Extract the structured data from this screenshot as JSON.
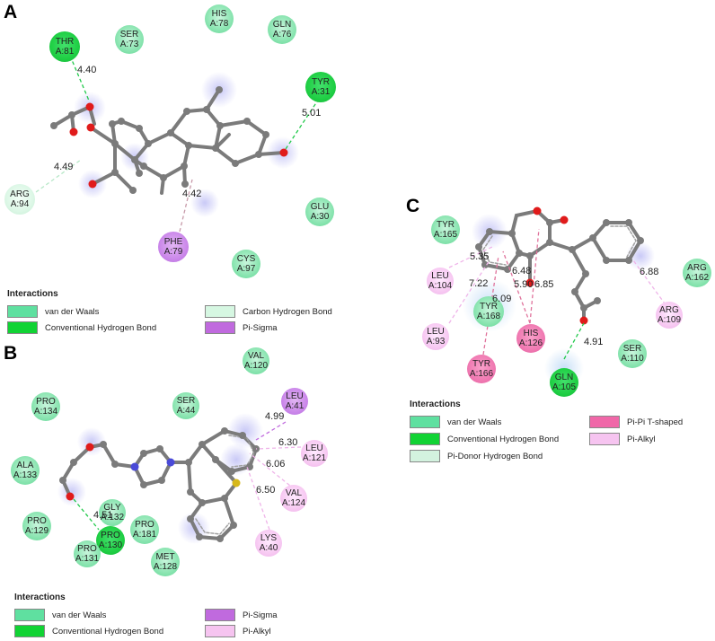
{
  "panels": {
    "A": {
      "letter": "A",
      "residues": {
        "thr81": [
          "THR",
          "A:81"
        ],
        "ser73": [
          "SER",
          "A:73"
        ],
        "his78": [
          "HIS",
          "A:78"
        ],
        "gln76": [
          "GLN",
          "A:76"
        ],
        "tyr31": [
          "TYR",
          "A:31"
        ],
        "arg94": [
          "ARG",
          "A:94"
        ],
        "glu30": [
          "GLU",
          "A:30"
        ],
        "phe79": [
          "PHE",
          "A:79"
        ],
        "cys97": [
          "CYS",
          "A:97"
        ]
      },
      "distances": [
        "4.40",
        "5.01",
        "4.49",
        "4.42"
      ],
      "legend": {
        "title": "Interactions",
        "items": [
          "van der Waals",
          "Conventional Hydrogen Bond",
          "Carbon Hydrogen Bond",
          "Pi-Sigma"
        ]
      }
    },
    "B": {
      "letter": "B",
      "residues": {
        "val120": [
          "VAL",
          "A:120"
        ],
        "pro134": [
          "PRO",
          "A:134"
        ],
        "ser44": [
          "SER",
          "A:44"
        ],
        "leu41": [
          "LEU",
          "A:41"
        ],
        "leu121": [
          "LEU",
          "A:121"
        ],
        "ala133": [
          "ALA",
          "A:133"
        ],
        "val124": [
          "VAL",
          "A:124"
        ],
        "gly132": [
          "GLY",
          "A:132"
        ],
        "pro129": [
          "PRO",
          "A:129"
        ],
        "pro130": [
          "PRO",
          "A:130"
        ],
        "pro181": [
          "PRO",
          "A:181"
        ],
        "pro131": [
          "PRO",
          "A:131"
        ],
        "met128": [
          "MET",
          "A:128"
        ],
        "lys40": [
          "LYS",
          "A:40"
        ]
      },
      "distances": [
        "4.99",
        "6.30",
        "6.06",
        "6.50",
        "4.51"
      ],
      "legend": {
        "title": "Interactions",
        "items": [
          "van der Waals",
          "Conventional Hydrogen Bond",
          "Pi-Sigma",
          "Pi-Alkyl"
        ]
      }
    },
    "C": {
      "letter": "C",
      "residues": {
        "tyr165": [
          "TYR",
          "A:165"
        ],
        "leu104": [
          "LEU",
          "A:104"
        ],
        "arg162": [
          "ARG",
          "A:162"
        ],
        "tyr168": [
          "TYR",
          "A:168"
        ],
        "leu93": [
          "LEU",
          "A:93"
        ],
        "his126": [
          "HIS",
          "A:126"
        ],
        "arg109": [
          "ARG",
          "A:109"
        ],
        "ser110": [
          "SER",
          "A:110"
        ],
        "tyr166": [
          "TYR",
          "A:166"
        ],
        "gln105": [
          "GLN",
          "A:105"
        ]
      },
      "distances": [
        "5.35",
        "6.48",
        "5.90",
        "6.85",
        "7.22",
        "6.09",
        "6.88",
        "4.91"
      ],
      "legend": {
        "title": "Interactions",
        "items": [
          "van der Waals",
          "Conventional Hydrogen Bond",
          "Pi-Donor Hydrogen Bond",
          "Pi-Pi T-shaped",
          "Pi-Alkyl"
        ]
      }
    }
  },
  "colors": {
    "van_der_waals": "#5fe0a0",
    "conventional_h_bond": "#11d334",
    "carbon_h_bond": "#d6f7e2",
    "pi_sigma": "#c06ade",
    "pi_alkyl": "#f6c4f0",
    "pi_pi_t_shaped": "#f067a8",
    "atom_carbon": "#7a7a7a",
    "atom_oxygen": "#e01b1b",
    "atom_nitrogen": "#4a4ad8",
    "atom_sulfur": "#d7b81a"
  }
}
